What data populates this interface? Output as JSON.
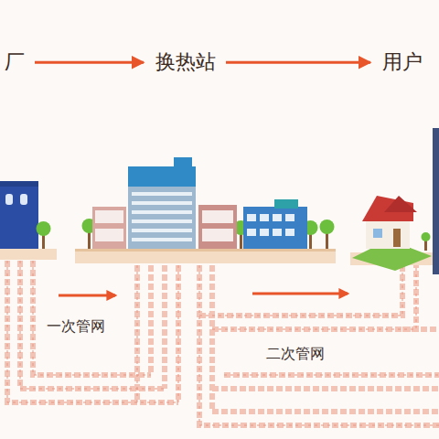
{
  "diagram": {
    "nodes": [
      {
        "text": [
          "厂"
        ]
      },
      {
        "text": [
          "换热站"
        ]
      },
      {
        "text": [
          "用户"
        ]
      }
    ],
    "edges": [
      {
        "from": 0,
        "to": 1,
        "arrow": "to"
      },
      {
        "from": 1,
        "to": 2,
        "arrow": "to"
      }
    ],
    "labels": [
      "一次管网",
      "二次管网"
    ]
  }
}
